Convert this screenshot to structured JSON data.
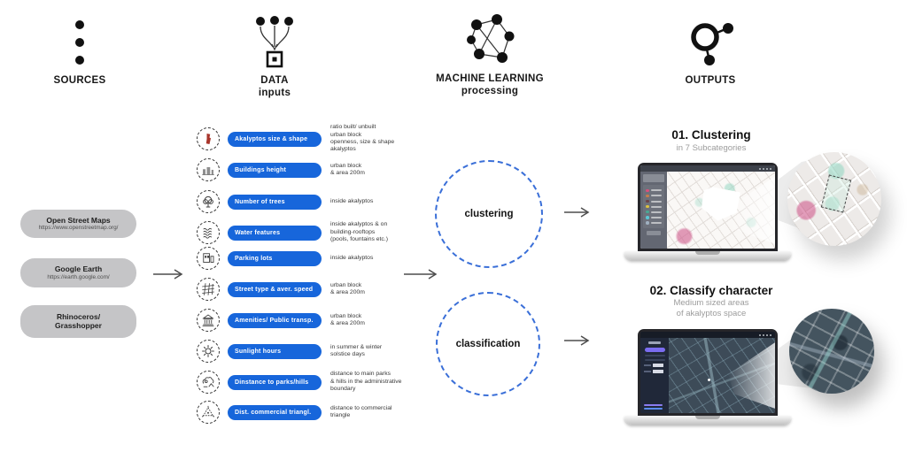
{
  "colors": {
    "pill_blue": "#1766DB",
    "dashed_circle_blue": "#3A6FD8",
    "source_box_gray": "#C5C5C7",
    "arrow_gray": "#4D4D4D",
    "subtitle_gray": "#9C9C9C"
  },
  "header": {
    "columns": [
      {
        "label": "SOURCES",
        "sublabel": ""
      },
      {
        "label": "DATA",
        "sublabel": "inputs"
      },
      {
        "label": "MACHINE LEARNING",
        "sublabel": "processing"
      },
      {
        "label": "OUTPUTS",
        "sublabel": ""
      }
    ]
  },
  "sources": [
    {
      "line1": "Open Street Maps",
      "line2": "https://www.openstreetmap.org/"
    },
    {
      "line1": "Google Earth",
      "line2": "https://earth.google.com/"
    },
    {
      "line1": "Rhinoceros/",
      "line2": "Grasshopper"
    }
  ],
  "data_inputs": [
    {
      "label": "Akalyptos size & shape",
      "note": "ratio built/ unbuilt\nurban block\nopenness, size & shape\nakalyptos"
    },
    {
      "label": "Buildings height",
      "note": "urban block\n& area 200m"
    },
    {
      "label": "Number of trees",
      "note": "inside akalyptos"
    },
    {
      "label": "Water features",
      "note": "inside akalyptos & on\nbuilding-rooftops\n(pools, fountains etc.)"
    },
    {
      "label": "Parking lots",
      "note": "inside akalyptos"
    },
    {
      "label": "Street type & aver. speed",
      "note": "urban block\n& area 200m"
    },
    {
      "label": "Amenities/ Public transp.",
      "note": "urban block\n& area 200m"
    },
    {
      "label": "Sunlight hours",
      "note": "in summer & winter\nsolstice days"
    },
    {
      "label": "Dinstance to parks/hills",
      "note": "distance to main parks\n& hills in the administrative\nboundary"
    },
    {
      "label": "Dist. commercial triangl.",
      "note": "distance to commercial\ntriangle"
    }
  ],
  "processing": {
    "steps": [
      {
        "label": "clustering"
      },
      {
        "label": "classification"
      }
    ]
  },
  "outputs": [
    {
      "title": "01. Clustering",
      "subtitle": "in 7 Subcategories",
      "legend_colors": [
        "#d94f7d",
        "#c77d4a",
        "#6d4348",
        "#ddc23f",
        "#4aa893",
        "#5bc8d4",
        "#9fb0c0"
      ]
    },
    {
      "title": "02. Classify character",
      "subtitle": "Medium sized areas\nof akalyptos space",
      "accent_colors": [
        "#8a7cf0",
        "#5a8cf0"
      ]
    }
  ]
}
